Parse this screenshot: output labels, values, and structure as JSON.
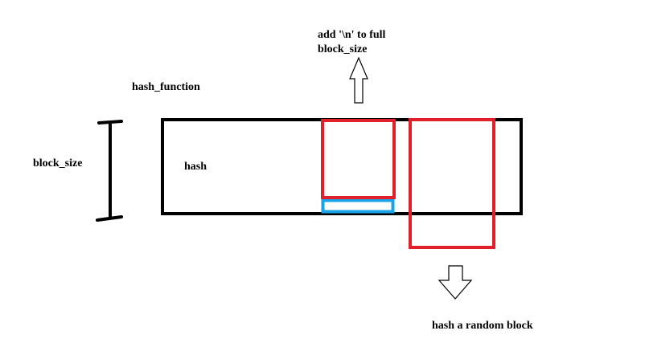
{
  "labels": {
    "hash_function": "hash_function",
    "block_size": "block_size",
    "hash": "hash",
    "top_note_line1": "add '\\n' to full",
    "top_note_line2": "block_size",
    "bottom_note": "hash a random block"
  },
  "colors": {
    "outline": "#000000",
    "highlight_red": "#e0202a",
    "padding_blue": "#1aa3e6",
    "arrow_fill": "#ffffff"
  },
  "icons": {
    "up_arrow": "arrow-up-icon",
    "down_arrow": "arrow-down-icon",
    "dimension": "dimension-bracket-icon"
  }
}
